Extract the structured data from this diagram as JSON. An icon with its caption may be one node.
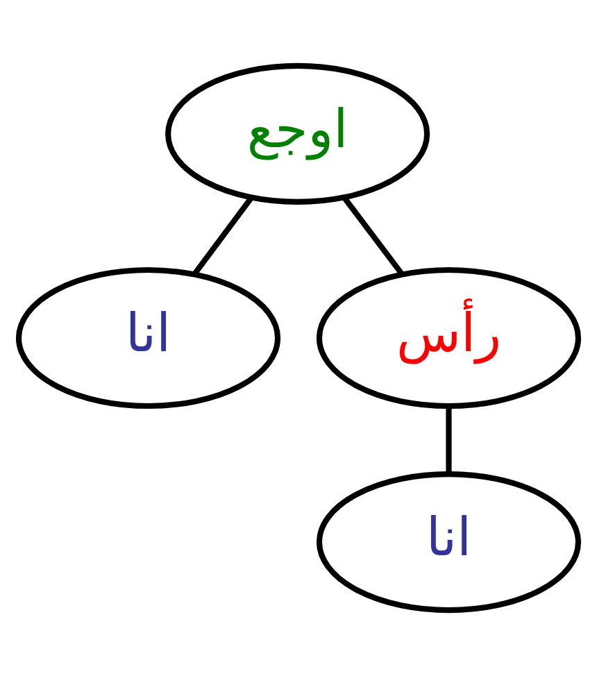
{
  "diagram": {
    "nodes": [
      {
        "text": [
          "اوجع"
        ]
      },
      {
        "text": [
          "انا"
        ]
      },
      {
        "text": [
          "رأس"
        ]
      },
      {
        "text": [
          "انا"
        ]
      }
    ],
    "edges": [
      {
        "from": 0,
        "to": 1,
        "arrow": "none"
      },
      {
        "from": 0,
        "to": 2,
        "arrow": "none"
      },
      {
        "from": 2,
        "to": 3,
        "arrow": "none"
      }
    ]
  }
}
